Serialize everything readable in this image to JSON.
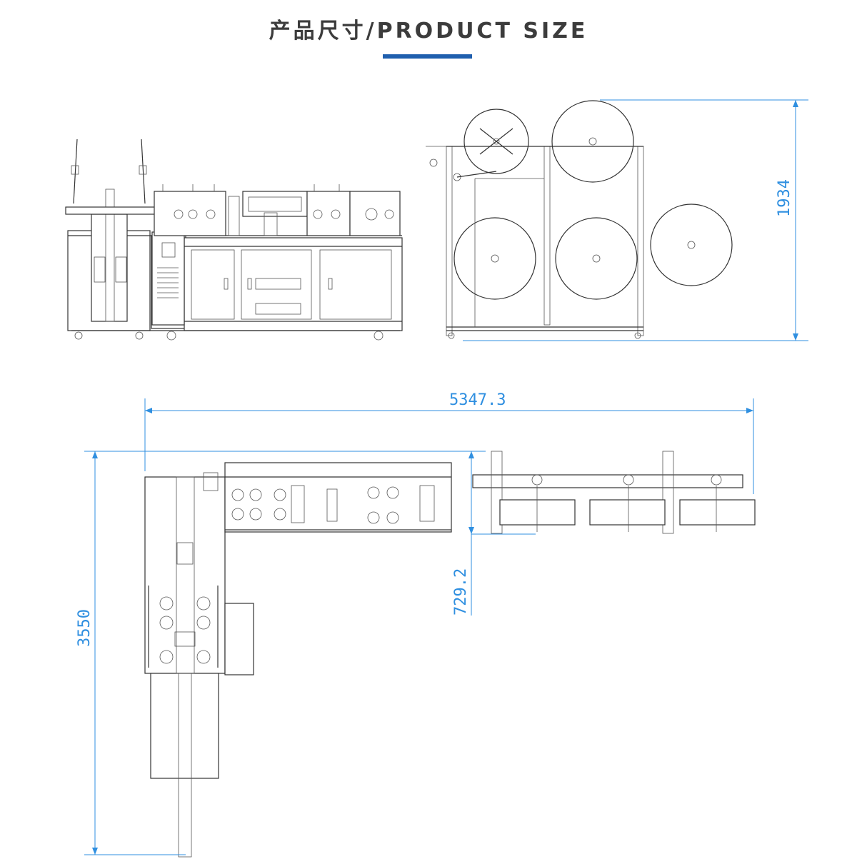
{
  "header": {
    "title": "产品尺寸/PRODUCT SIZE",
    "accent_color": "#1f5fae"
  },
  "dimensions": {
    "height_side_view": "1934",
    "total_length": "5347.3",
    "total_width": "3550",
    "branch_offset": "729.2",
    "dimension_color": "#2f8fe0"
  },
  "views": {
    "front_view": "machine-front-elevation",
    "side_view": "machine-side-elevation",
    "top_view": "machine-plan-view"
  }
}
